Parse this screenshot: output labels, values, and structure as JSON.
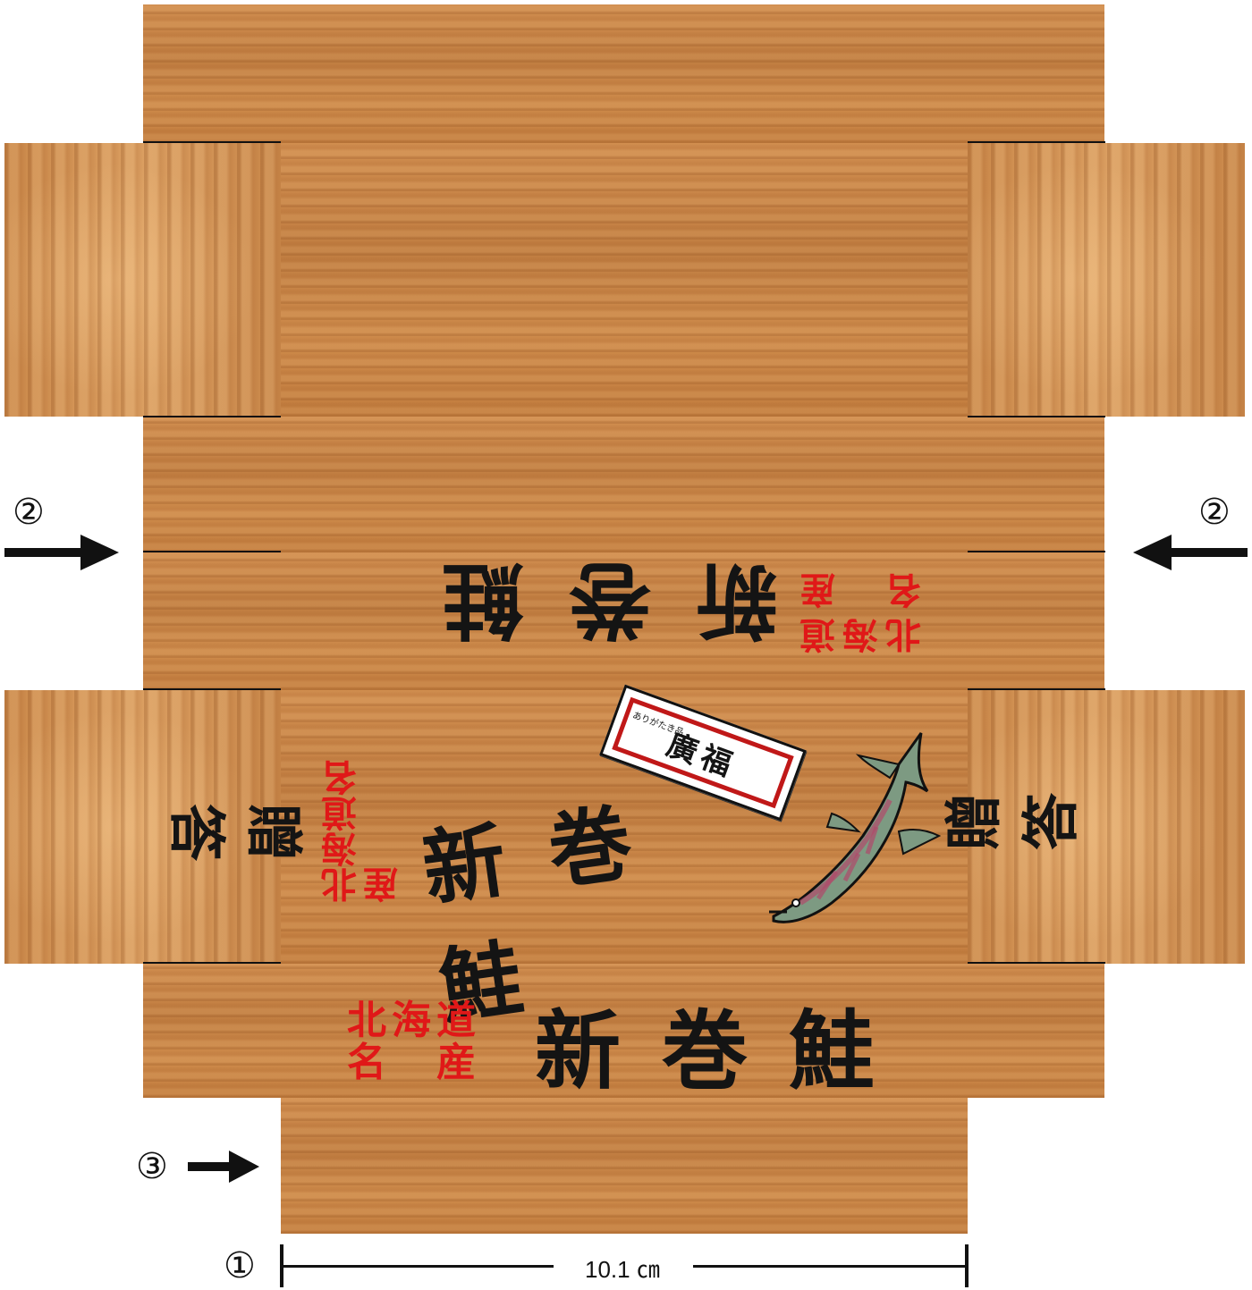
{
  "colors": {
    "wood": "#c98647",
    "red_text": "#e01818",
    "black_text": "#141414"
  },
  "markers": {
    "circle_1": "①",
    "circle_2_left": "②",
    "circle_2_right": "②",
    "circle_3": "③"
  },
  "dimension": {
    "label": "10.1 ㎝"
  },
  "front_panel": {
    "title": "新巻鮭",
    "sub_line1": "北海道",
    "sub_line2": "名　産"
  },
  "top_panel": {
    "title": "新巻鮭",
    "sub_line1": "北海道",
    "sub_line2": "名　産"
  },
  "center_panel": {
    "title": "新巻鮭",
    "sub": "北海道名産"
  },
  "side_left": {
    "text": "贈 答"
  },
  "side_right": {
    "text": "贈 答"
  },
  "seal": {
    "text": "廣福",
    "small": "ありがたき品"
  },
  "icons": {
    "fish": "salmon-illustration",
    "arrow": "arrow-icon"
  }
}
